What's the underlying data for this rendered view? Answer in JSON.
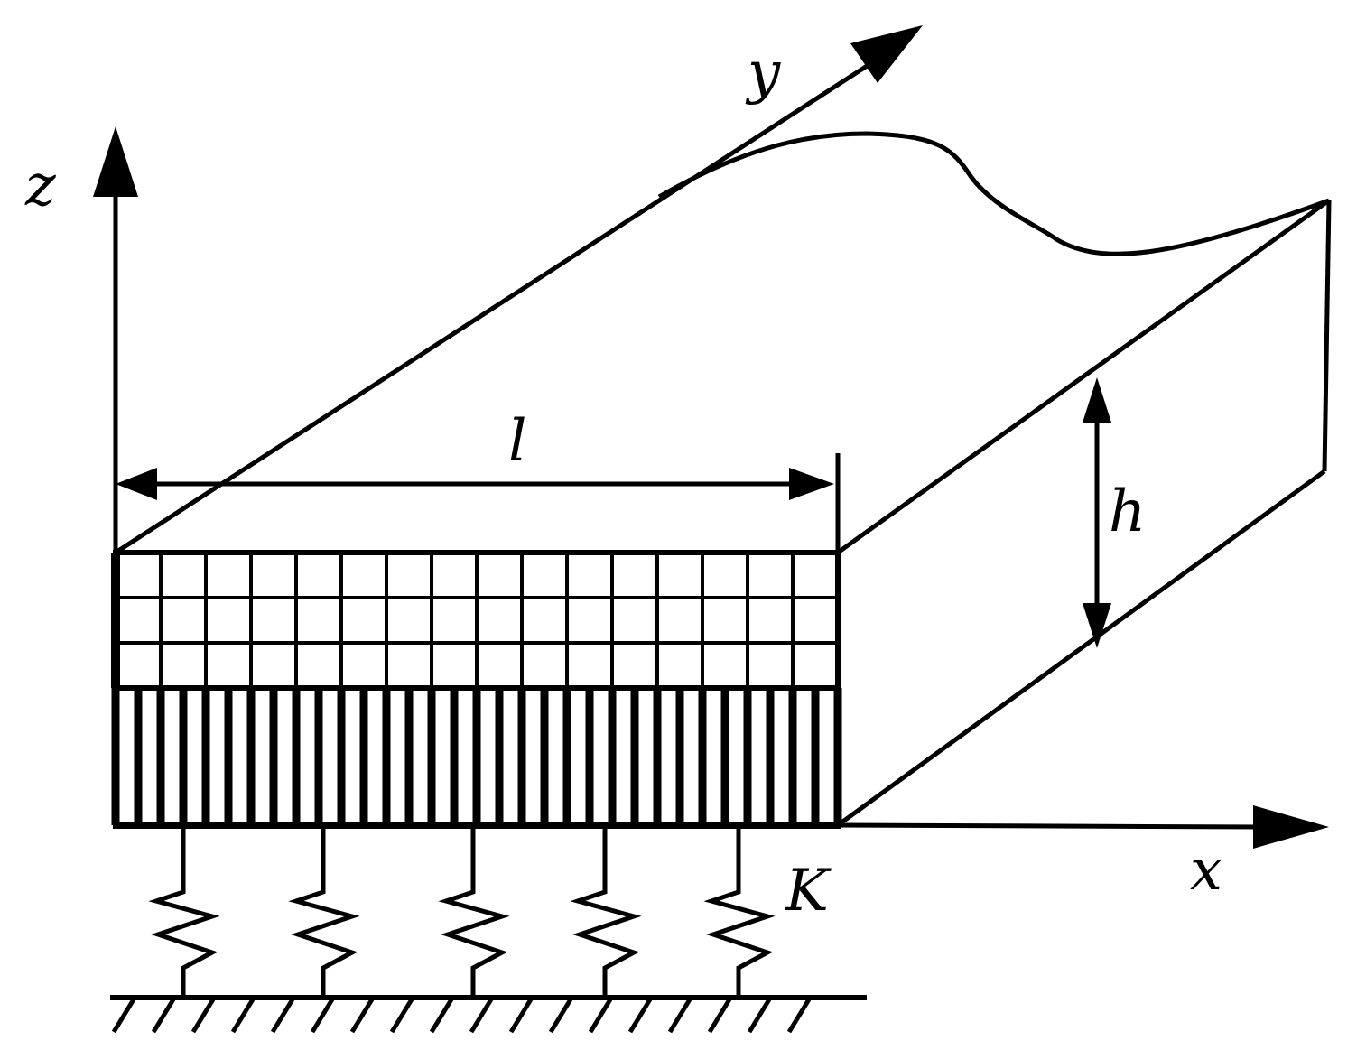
{
  "labels": {
    "z_axis": "z",
    "y_axis": "y",
    "x_axis": "x",
    "length": "l",
    "height": "h",
    "stiffness": "K"
  },
  "colors": {
    "ink": "#000000",
    "background": "#ffffff"
  }
}
